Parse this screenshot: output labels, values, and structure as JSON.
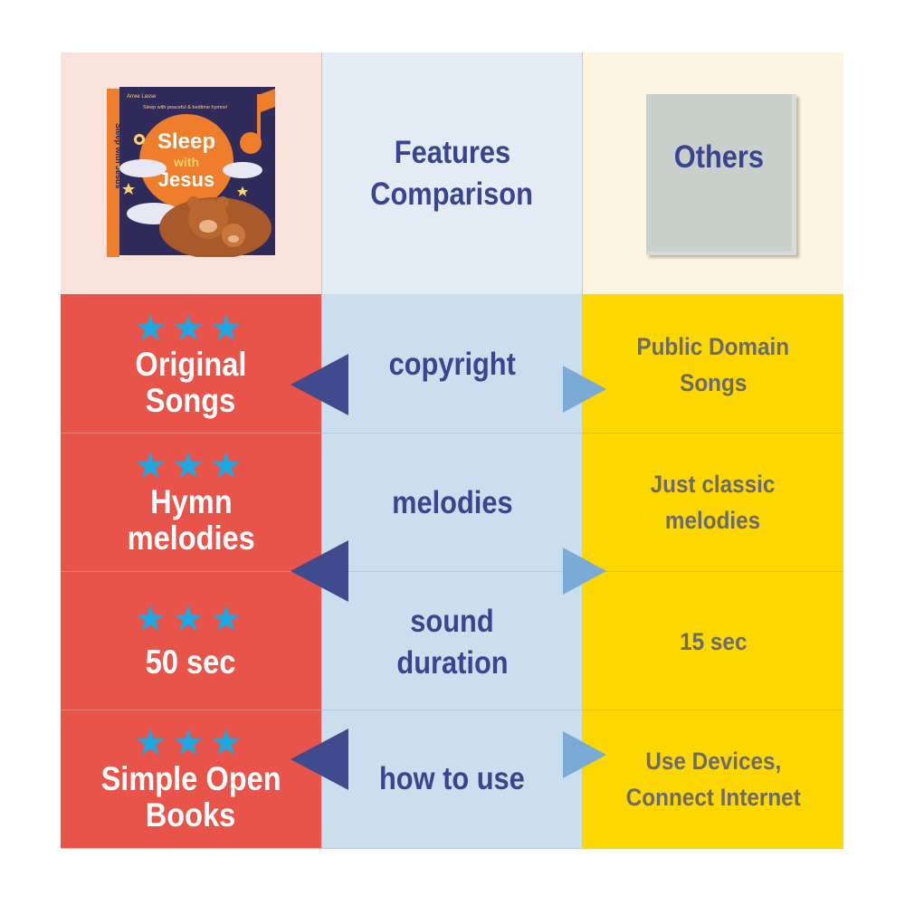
{
  "header": {
    "left_book": {
      "publisher": "Arree Lasse",
      "tagline": "Sleep with peaceful & bedtime hymns!",
      "title_words": [
        "Sleep",
        "with",
        "Jesus"
      ],
      "spine_text": "Sleep with Jesus"
    },
    "middle_title": [
      "Features",
      "Comparison"
    ],
    "right_title": "Others"
  },
  "colors": {
    "red": "#e8534a",
    "middle": "#cadeed",
    "yellow": "#fcd700",
    "navy_text": "#3a4490",
    "star": "#1ea7e1",
    "left_arrow": "#3f4a8f",
    "right_arrow": "#7aabd6"
  },
  "stars": "★★★",
  "rows": [
    {
      "left": [
        "Original",
        "Songs"
      ],
      "middle": [
        "copyright"
      ],
      "right": [
        "Public Domain",
        "Songs"
      ]
    },
    {
      "left": [
        "Hymn",
        "melodies"
      ],
      "middle": [
        "melodies"
      ],
      "right": [
        "Just classic",
        "melodies"
      ]
    },
    {
      "left": [
        "50 sec"
      ],
      "middle": [
        "sound",
        "duration"
      ],
      "right": [
        "15 sec"
      ]
    },
    {
      "left": [
        "Simple Open",
        "Books"
      ],
      "middle": [
        "how to use"
      ],
      "right": [
        "Use Devices,",
        "Connect Internet"
      ]
    }
  ]
}
